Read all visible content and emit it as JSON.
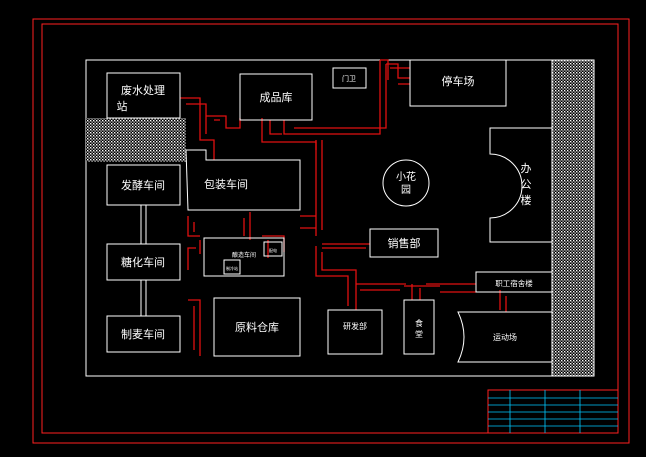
{
  "diagram": {
    "buildings": {
      "wastewater": "废水处理站",
      "finished_goods": "成品库",
      "gate": "门卫",
      "parking": "停车场",
      "fermentation": "发酵车间",
      "packaging": "包装车间",
      "garden": "小花园",
      "office": "办公楼",
      "saccharification": "糖化车间",
      "brewhouse": "酿造车间",
      "brew_sub_a": "制冷站",
      "brew_sub_b": "配电",
      "sales": "销售部",
      "dormitory": "职工宿舍楼",
      "malting": "制麦车间",
      "raw_warehouse": "原料仓库",
      "rnd": "研发部",
      "canteen": "食堂",
      "sports": "运动场"
    }
  },
  "colors": {
    "frame": "#ff2020",
    "building": "#ffffff",
    "road": "#e01010",
    "title_block": "#00c8ff",
    "background": "#000000"
  }
}
